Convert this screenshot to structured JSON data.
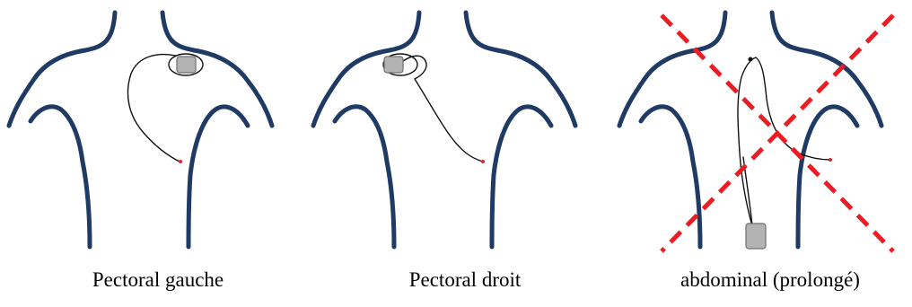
{
  "panels": [
    {
      "id": "pectoral-left",
      "caption": "Pectoral gauche",
      "crossed_out": false
    },
    {
      "id": "pectoral-right",
      "caption": "Pectoral droit",
      "crossed_out": false
    },
    {
      "id": "abdominal",
      "caption": "abdominal (prolongé)",
      "crossed_out": true
    }
  ],
  "colors": {
    "body_outline": "#1f3a64",
    "cross": "#ec1c24",
    "device_fill": "#b3b3b3",
    "lead": "#111111",
    "lead_tip": "#d8262c"
  }
}
